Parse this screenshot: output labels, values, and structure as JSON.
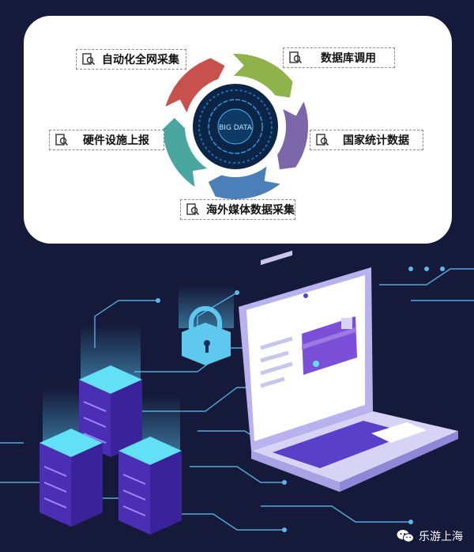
{
  "center": {
    "text": "BIG DATA"
  },
  "sources": [
    {
      "label": "自动化全网采集",
      "icon": "magnifier-doc-icon"
    },
    {
      "label": "数据库调用",
      "icon": "magnifier-doc-icon"
    },
    {
      "label": "国家统计数据",
      "icon": "magnifier-doc-icon"
    },
    {
      "label": "海外媒体数据采集",
      "icon": "magnifier-doc-icon"
    },
    {
      "label": "硬件设施上报",
      "icon": "magnifier-doc-icon"
    }
  ],
  "cycle_colors": [
    "#4aa79f",
    "#c8504d",
    "#8fb34a",
    "#7a66a8",
    "#4a7fb9"
  ],
  "watermark": {
    "text": "乐游上海",
    "icon": "wechat-icon"
  },
  "illustration": {
    "icons": [
      "server-icon",
      "server-icon",
      "server-icon",
      "padlock-icon",
      "laptop-icon",
      "credit-card-icon"
    ]
  }
}
